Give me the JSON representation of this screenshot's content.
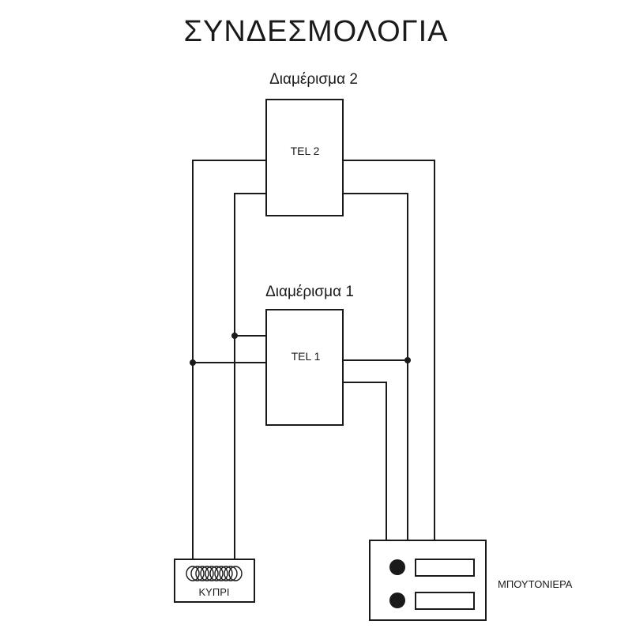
{
  "title": "ΣΥΝΔΕΣΜΟΛΟΓΙΑ",
  "apartment_2": {
    "label": "Διαμέρισμα 2",
    "phone_label": "TEL 2"
  },
  "apartment_1": {
    "label": "Διαμέρισμα 1",
    "phone_label": "TEL 1"
  },
  "bell": {
    "label": "ΚΥΠΡΙ"
  },
  "button_panel": {
    "label": "ΜΠΟΥΤΟΝΙΕΡΑ",
    "button_count": 2
  },
  "colors": {
    "line": "#1a1a1a",
    "background": "#ffffff"
  }
}
